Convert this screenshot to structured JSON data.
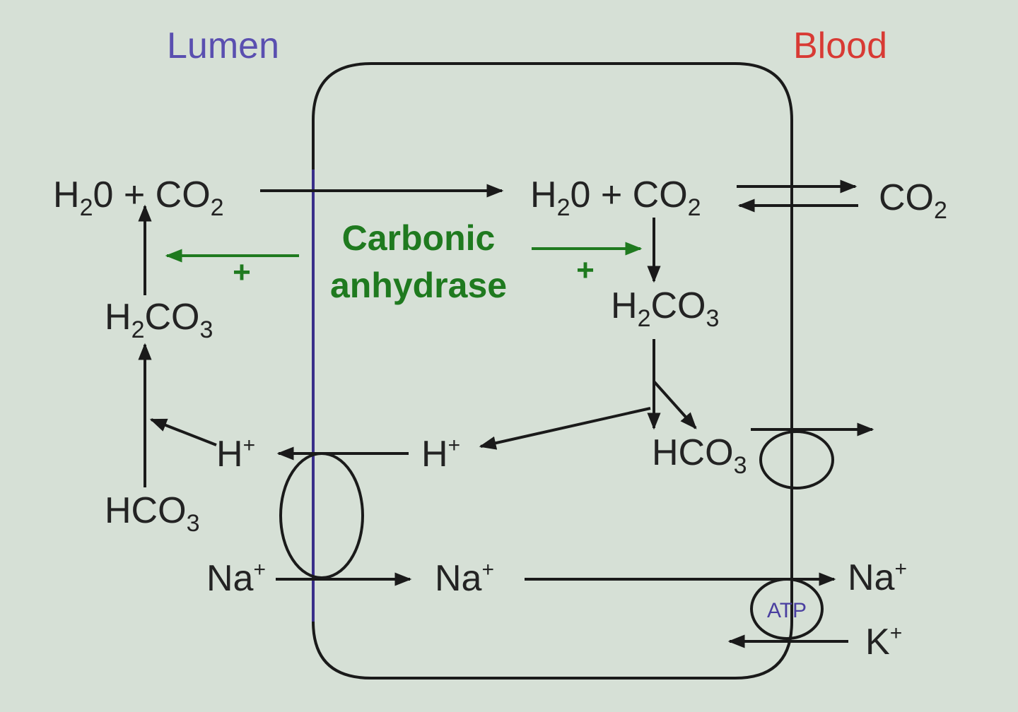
{
  "regions": {
    "lumen": "Lumen",
    "blood": "Blood"
  },
  "enzyme": {
    "line1": "Carbonic",
    "line2": "anhydrase",
    "plus_left": "+",
    "plus_right": "+"
  },
  "lumen_side": {
    "h2o_co2": {
      "h": "H",
      "two": "2",
      "rest": "0 + CO",
      "co2sub": "2"
    },
    "h2co3": {
      "h": "H",
      "two": "2",
      "co": "CO",
      "three": "3"
    },
    "h_plus": {
      "base": "H",
      "sup": "+"
    },
    "hco3": {
      "base": "HCO",
      "sub": "3"
    },
    "na_plus": {
      "base": "Na",
      "sup": "+"
    }
  },
  "cell_side": {
    "h2o_co2": {
      "h": "H",
      "two": "2",
      "rest": "0 + CO",
      "co2sub": "2"
    },
    "h2co3": {
      "h": "H",
      "two": "2",
      "co": "CO",
      "three": "3"
    },
    "h_plus": {
      "base": "H",
      "sup": "+"
    },
    "hco3": {
      "base": "HCO",
      "sub": "3"
    },
    "na_plus": {
      "base": "Na",
      "sup": "+"
    }
  },
  "blood_side": {
    "co2": {
      "base": "CO",
      "sub": "2"
    },
    "na_plus": {
      "base": "Na",
      "sup": "+"
    },
    "k_plus": {
      "base": "K",
      "sup": "+"
    }
  },
  "pump_label": "ATP",
  "colors": {
    "background": "#d6e0d6",
    "lumen_label": "#5a4fb0",
    "blood_label": "#d83a34",
    "enzyme": "#1f7a1f",
    "text": "#232323",
    "membrane_apical": "#3a2f8a"
  }
}
